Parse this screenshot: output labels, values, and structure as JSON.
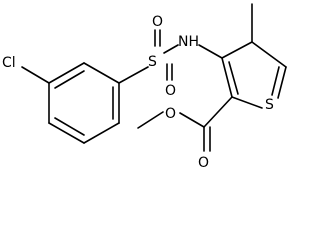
{
  "molecule": {
    "atom_labels": {
      "chlorine": "Cl",
      "sulfonyl_sulfur": "S",
      "sulfonyl_oxygen_top": "O",
      "sulfonyl_oxygen_bottom": "O",
      "amine": "NH",
      "thiophene_sulfur": "S",
      "carbonyl_oxygen": "O",
      "ester_oxygen": "O"
    },
    "colors": {
      "bond": "#000000",
      "label": "#000000",
      "background": "#ffffff"
    }
  }
}
